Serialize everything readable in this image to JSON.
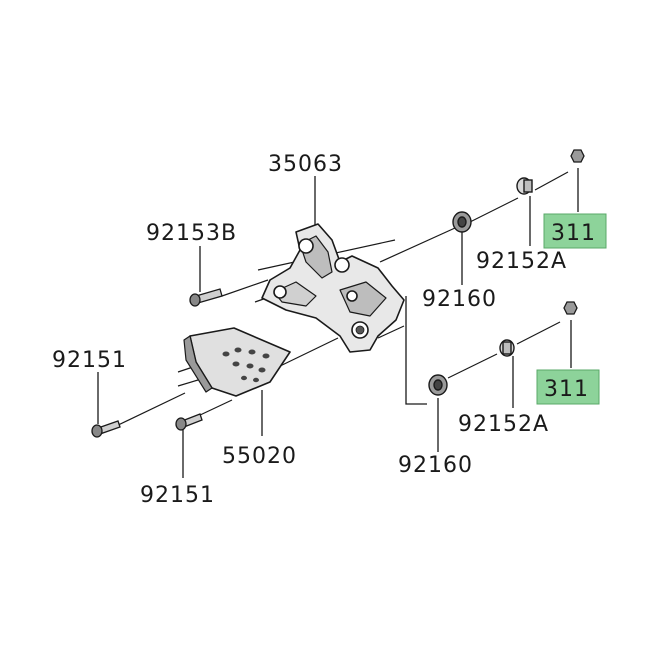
{
  "parts": {
    "bracket": "35063",
    "bolt_b": "92153B",
    "bolt_upper_left": "92151",
    "bolt_lower": "92151",
    "heel_guard": "55020",
    "bushing_upper": "92160",
    "bushing_lower": "92160",
    "collar_upper": "92152A",
    "collar_lower": "92152A",
    "nut_upper": "311",
    "nut_lower": "311"
  },
  "colors": {
    "highlight_fill": "#8dd39a",
    "highlight_border": "#5aa868",
    "line": "#1a1a1a"
  }
}
